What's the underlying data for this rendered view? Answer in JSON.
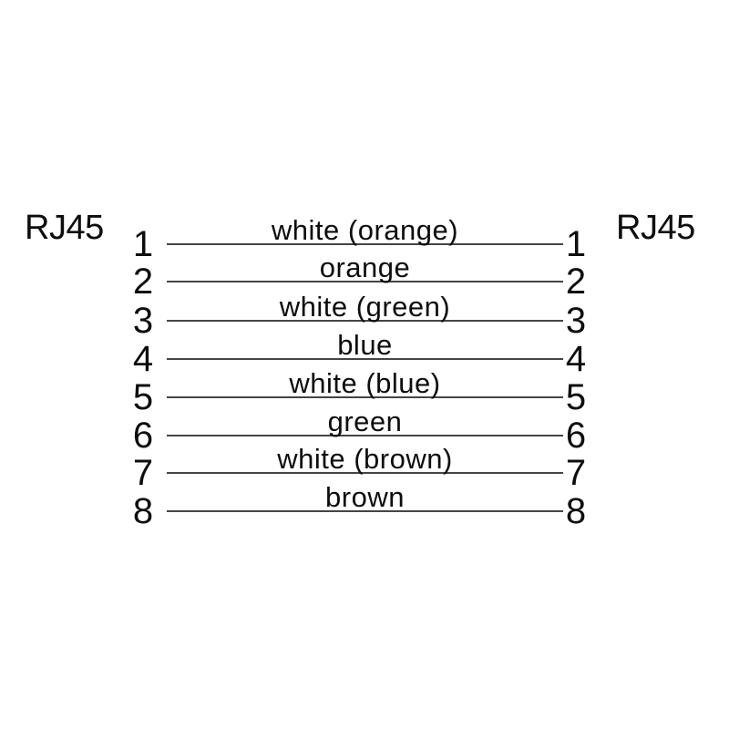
{
  "diagram": {
    "left_connector": "RJ45",
    "right_connector": "RJ45",
    "colors": {
      "line": "#454545",
      "text": "#0d0d0d",
      "background": "#ffffff"
    },
    "pins": [
      {
        "left_pin": "1",
        "wire": "white (orange)",
        "right_pin": "1"
      },
      {
        "left_pin": "2",
        "wire": "orange",
        "right_pin": "2"
      },
      {
        "left_pin": "3",
        "wire": "white (green)",
        "right_pin": "3"
      },
      {
        "left_pin": "4",
        "wire": "blue",
        "right_pin": "4"
      },
      {
        "left_pin": "5",
        "wire": "white (blue)",
        "right_pin": "5"
      },
      {
        "left_pin": "6",
        "wire": "green",
        "right_pin": "6"
      },
      {
        "left_pin": "7",
        "wire": "white (brown)",
        "right_pin": "7"
      },
      {
        "left_pin": "8",
        "wire": "brown",
        "right_pin": "8"
      }
    ]
  }
}
